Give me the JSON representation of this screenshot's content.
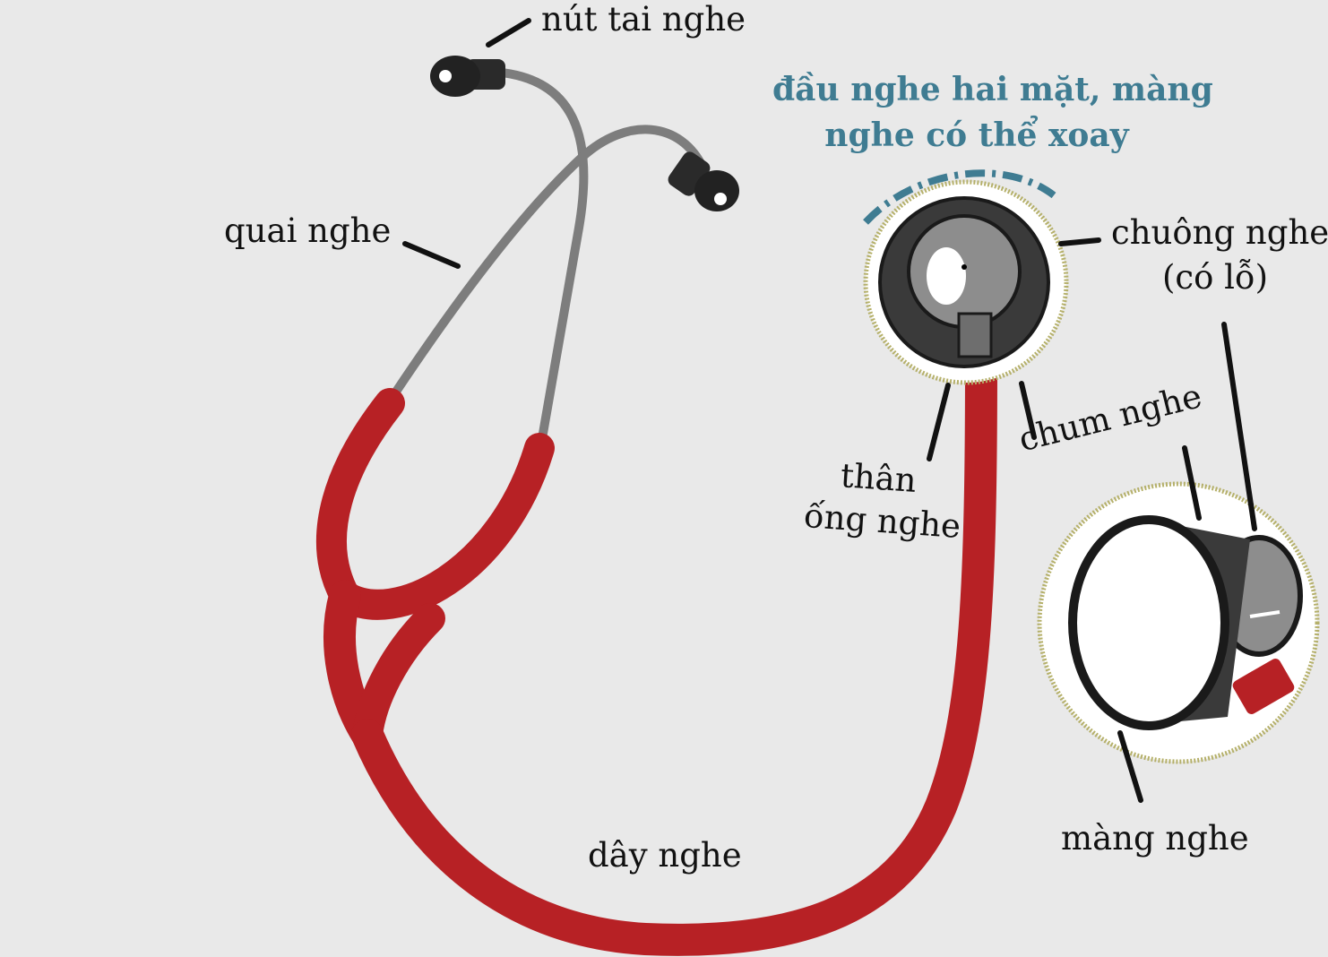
{
  "title_line1": "đầu nghe hai mặt, màng",
  "title_line2": "nghe có thể xoay",
  "labels": {
    "earpiece": "nút tai nghe",
    "eartube": "quai nghe",
    "bell_line1": "chuông nghe",
    "bell_line2": "(có lỗ)",
    "stem_line1": "thân",
    "stem_line2": "ống nghe",
    "chestpiece": "chum nghe",
    "diaphragm": "màng nghe",
    "tubing": "dây nghe"
  },
  "colors": {
    "background": "#e9e9e9",
    "tubing_red": "#b72125",
    "metal_gray": "#7d7d7d",
    "dark": "#2a2a2a",
    "title_blue": "#3f7c92",
    "ring_olive": "#b5b06a"
  }
}
